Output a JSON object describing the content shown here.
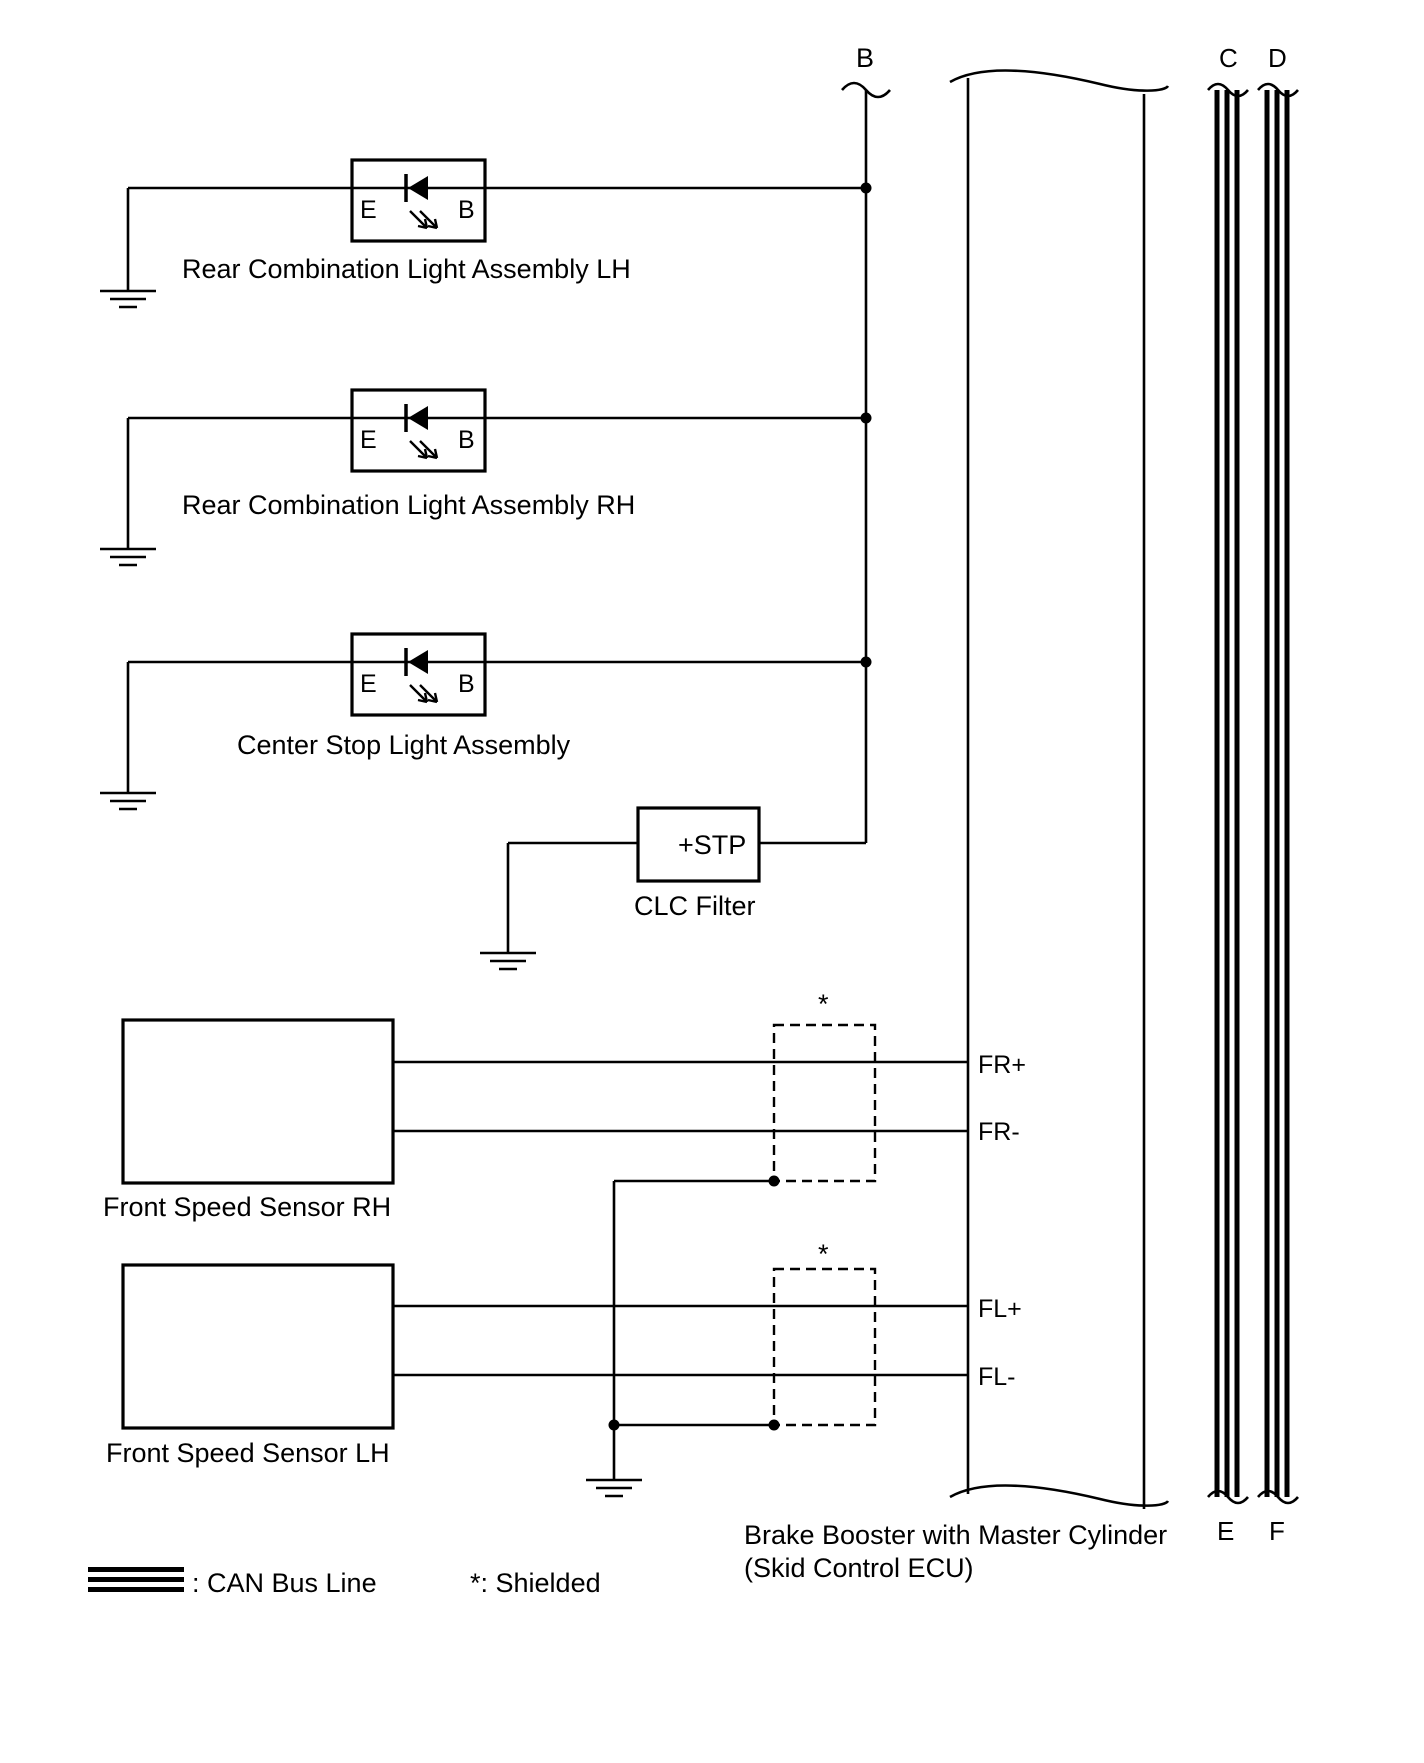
{
  "diagram": {
    "connector_labels": {
      "b": "B",
      "c": "C",
      "d": "D",
      "e": "E",
      "f": "F"
    },
    "lamps": [
      {
        "label": "Rear Combination Light Assembly LH",
        "terminal_left": "E",
        "terminal_right": "B"
      },
      {
        "label": "Rear Combination Light Assembly RH",
        "terminal_left": "E",
        "terminal_right": "B"
      },
      {
        "label": "Center Stop Light Assembly",
        "terminal_left": "E",
        "terminal_right": "B"
      }
    ],
    "clc_filter": {
      "label": "CLC Filter",
      "terminal": "+STP"
    },
    "sensors": [
      {
        "label": "Front Speed Sensor RH",
        "pin_plus": "FR+",
        "pin_minus": "FR-"
      },
      {
        "label": "Front Speed Sensor LH",
        "pin_plus": "FL+",
        "pin_minus": "FL-"
      }
    ],
    "shield_mark": "*",
    "ecu": {
      "label_line1": "Brake Booster with Master Cylinder",
      "label_line2": "(Skid Control ECU)"
    },
    "legend": {
      "can_bus": ": CAN Bus Line",
      "shielded": "*: Shielded"
    }
  }
}
